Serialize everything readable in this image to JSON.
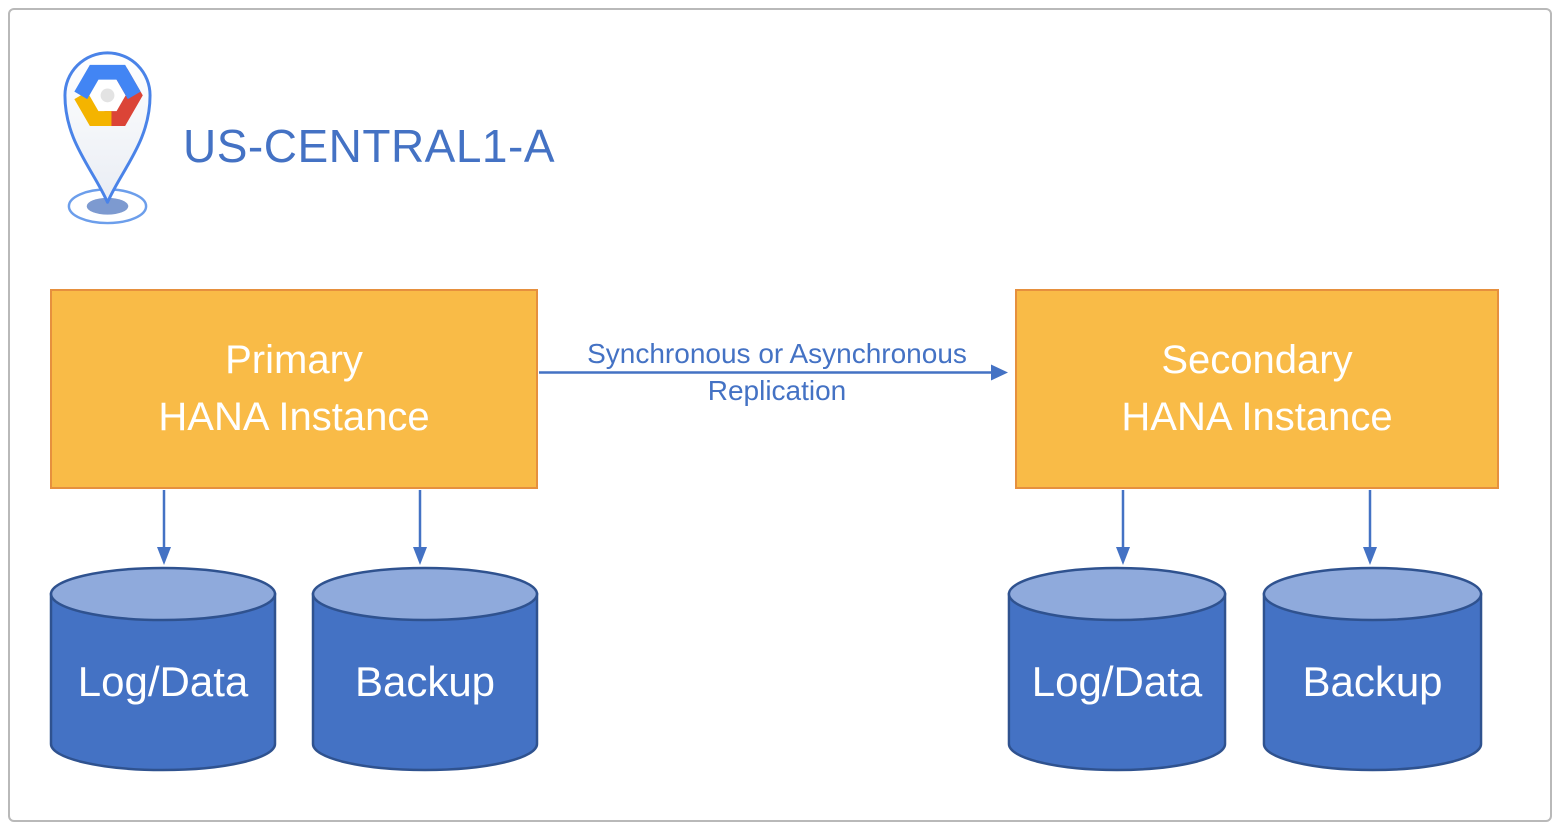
{
  "canvas": {
    "background": "#FFFFFF",
    "frame_border_color": "#B9B9B9"
  },
  "region": {
    "title": "US-CENTRAL1-A",
    "title_color": "#4472C4",
    "icon": "gcp-location-pin-icon"
  },
  "colors": {
    "accent_blue": "#4472C4",
    "dark_blue_stroke": "#2F528F",
    "cylinder_top_blue": "#8FAADC",
    "node_fill_gold": "#F9BB47",
    "node_border_orange": "#E6903E",
    "node_text": "#FFFFFF",
    "gcp_logo_blue": "#4285F4",
    "gcp_logo_red": "#DB4437",
    "gcp_logo_yellow": "#F4B400"
  },
  "nodes": {
    "primary": {
      "line1": "Primary",
      "line2": "HANA Instance"
    },
    "secondary": {
      "line1": "Secondary",
      "line2": "HANA Instance"
    }
  },
  "replication": {
    "line1": "Synchronous or Asynchronous",
    "line2": "Replication"
  },
  "storage": {
    "primary": [
      {
        "label": "Log/Data"
      },
      {
        "label": "Backup"
      }
    ],
    "secondary": [
      {
        "label": "Log/Data"
      },
      {
        "label": "Backup"
      }
    ]
  }
}
